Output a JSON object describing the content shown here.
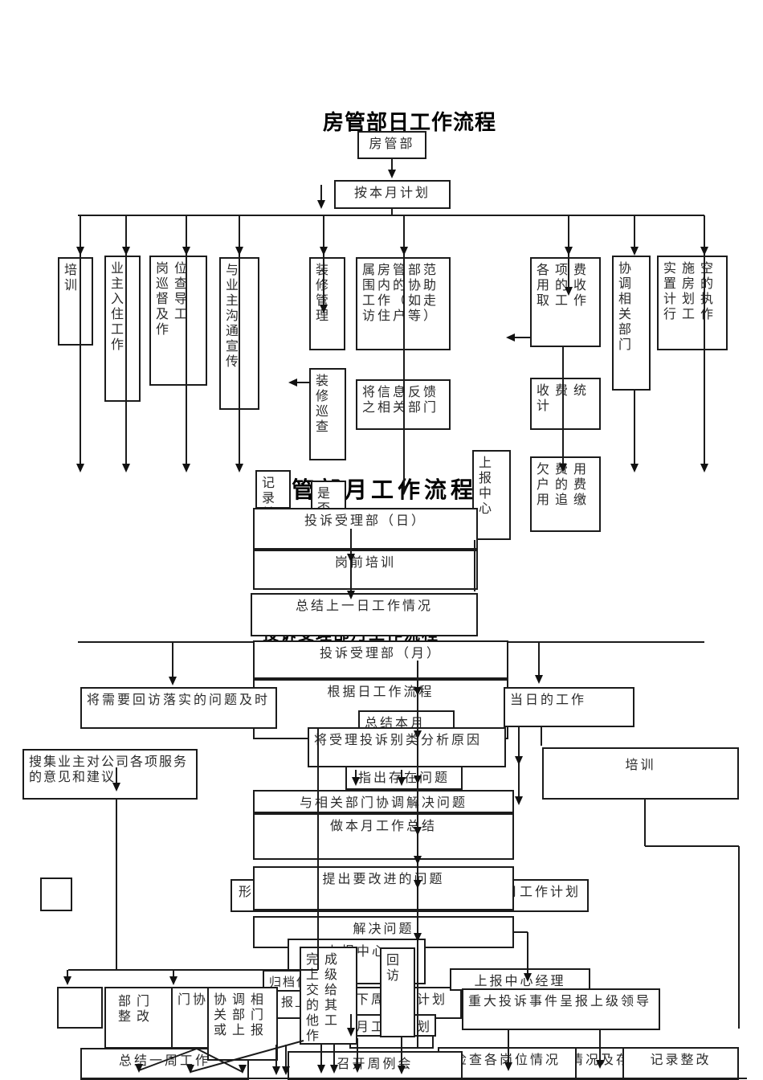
{
  "headings": {
    "daily_title": "房管部日工作流程",
    "monthly_title": "房管部月工作流程",
    "complaint_title": "投诉受理部月工作流程"
  },
  "nodes": {
    "root": "房管部",
    "plan": "按本月计划",
    "training_daily": "培训",
    "move_in": "业主入住工作",
    "patrol": "岗位巡查督导及工作",
    "owner_comm": "与业主沟通宣传",
    "deco_mgmt": "装修管理",
    "deco_patrol": "装修巡查",
    "assist": "属房管部范围内的协助工作（如走访住户等）",
    "feedback": "将信息反馈之相关部门",
    "fees": "各项费用的收取工作",
    "fee_stats": "收费统计",
    "arrears": "欠费用户的费用追缴",
    "coord_dept": "协调相关部门",
    "vacant": "实施空置房的计划执行工作",
    "record_frag": "记录并",
    "yes_no_frag": "是否",
    "report_center": "上报中心",
    "complaint_daily": "投诉受理部（日）",
    "pre_training": "岗前培训",
    "prev_day_summary": "总结上一日工作情况",
    "complaint_monthly": "投诉受理部（月）",
    "daily_flow": "根据日工作流程",
    "month_summary_frag": "总结本月",
    "classify": "将受理投诉别类分析原因",
    "visit_problems": "将需要回访落实的问题及时",
    "collect_opinions": "搜集业主对公司各项服务的意见和建议",
    "day_work": "当日的工作",
    "training_monthly": "培训",
    "issues_frag": "指出存在问题",
    "coord_solve": "与相关部门协调解决问题",
    "month_work_summary": "做本月工作总结",
    "improve": "提出要改进的问题",
    "plan_left_frag": "形",
    "plan_right_frag": "月工作计划",
    "solve": "解决问题",
    "report_center_frag": "上报中心",
    "complete_tasks": "完成上级交给的其他工作",
    "visit_back": "回访",
    "archive_frag": "归档保",
    "report_frag": "报上",
    "coord_or_report": "协调相关部门或上报",
    "door_coord_frag": "门协调",
    "dept_rectify": "部门整改",
    "week_summary": "总结一周工作",
    "next_week_plan": "下周工作计划",
    "month_plan_frag": "月工作计划",
    "week_meeting": "召开周例会",
    "check_posts": "检查各岗位情况",
    "situation_frag": "情况及存",
    "record_rectify": "记录整改",
    "report_manager": "上报中心经理",
    "major_complaints": "重大投诉事件呈报上级领导"
  }
}
